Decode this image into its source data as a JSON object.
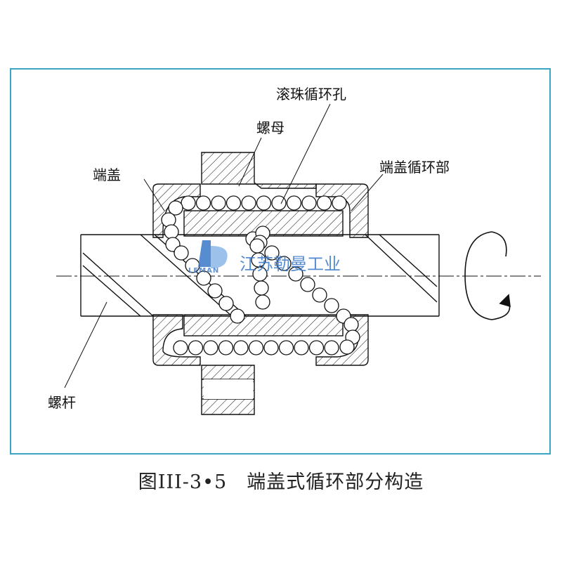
{
  "labels": {
    "ball_return_hole": "滚珠循环孔",
    "nut": "螺母",
    "end_cap": "端盖",
    "end_cap_return": "端盖循环部",
    "screw": "螺杆"
  },
  "caption": "图III-3•5　端盖式循环部分构造",
  "watermark": {
    "company": "江苏勒曼工业",
    "logo_text": "LEMAN"
  },
  "colors": {
    "frame": "#3aa6c6",
    "line": "#111111",
    "watermark": "#3a78c8"
  }
}
